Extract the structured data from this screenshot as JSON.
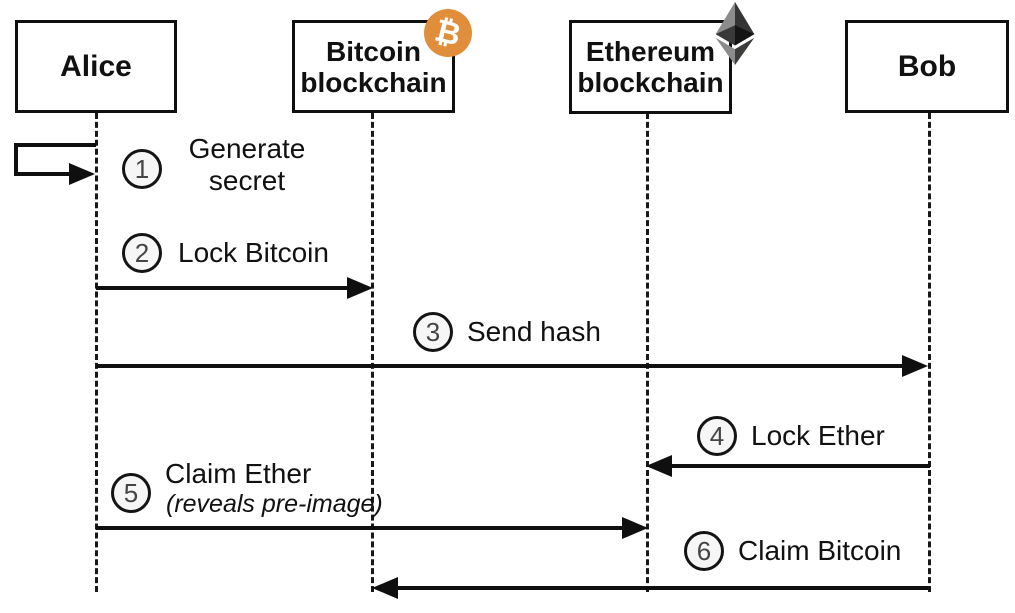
{
  "actors": {
    "alice": {
      "label": "Alice"
    },
    "bitcoin_blockchain": {
      "name_line1": "Bitcoin",
      "name_line2": "blockchain",
      "icon": "bitcoin-icon",
      "icon_symbol": "₿"
    },
    "ethereum_blockchain": {
      "name_line1": "Ethereum",
      "name_line2": "blockchain",
      "icon": "ethereum-icon"
    },
    "bob": {
      "label": "Bob"
    }
  },
  "steps": [
    {
      "number": "1",
      "label": "Generate secret",
      "from": "Alice",
      "to": "Alice"
    },
    {
      "number": "2",
      "label": "Lock Bitcoin",
      "from": "Alice",
      "to": "Bitcoin blockchain"
    },
    {
      "number": "3",
      "label": "Send hash",
      "from": "Alice",
      "to": "Bob"
    },
    {
      "number": "4",
      "label": "Lock Ether",
      "from": "Bob",
      "to": "Ethereum blockchain"
    },
    {
      "number": "5",
      "label": "Claim Ether",
      "sublabel": "(reveals pre-image)",
      "from": "Alice",
      "to": "Ethereum blockchain"
    },
    {
      "number": "6",
      "label": "Claim Bitcoin",
      "from": "Bob",
      "to": "Bitcoin blockchain"
    }
  ],
  "colors": {
    "bitcoin_orange": "#E08E3C",
    "line": "#0f0f0f",
    "circle_fill": "#f6f6f6"
  }
}
